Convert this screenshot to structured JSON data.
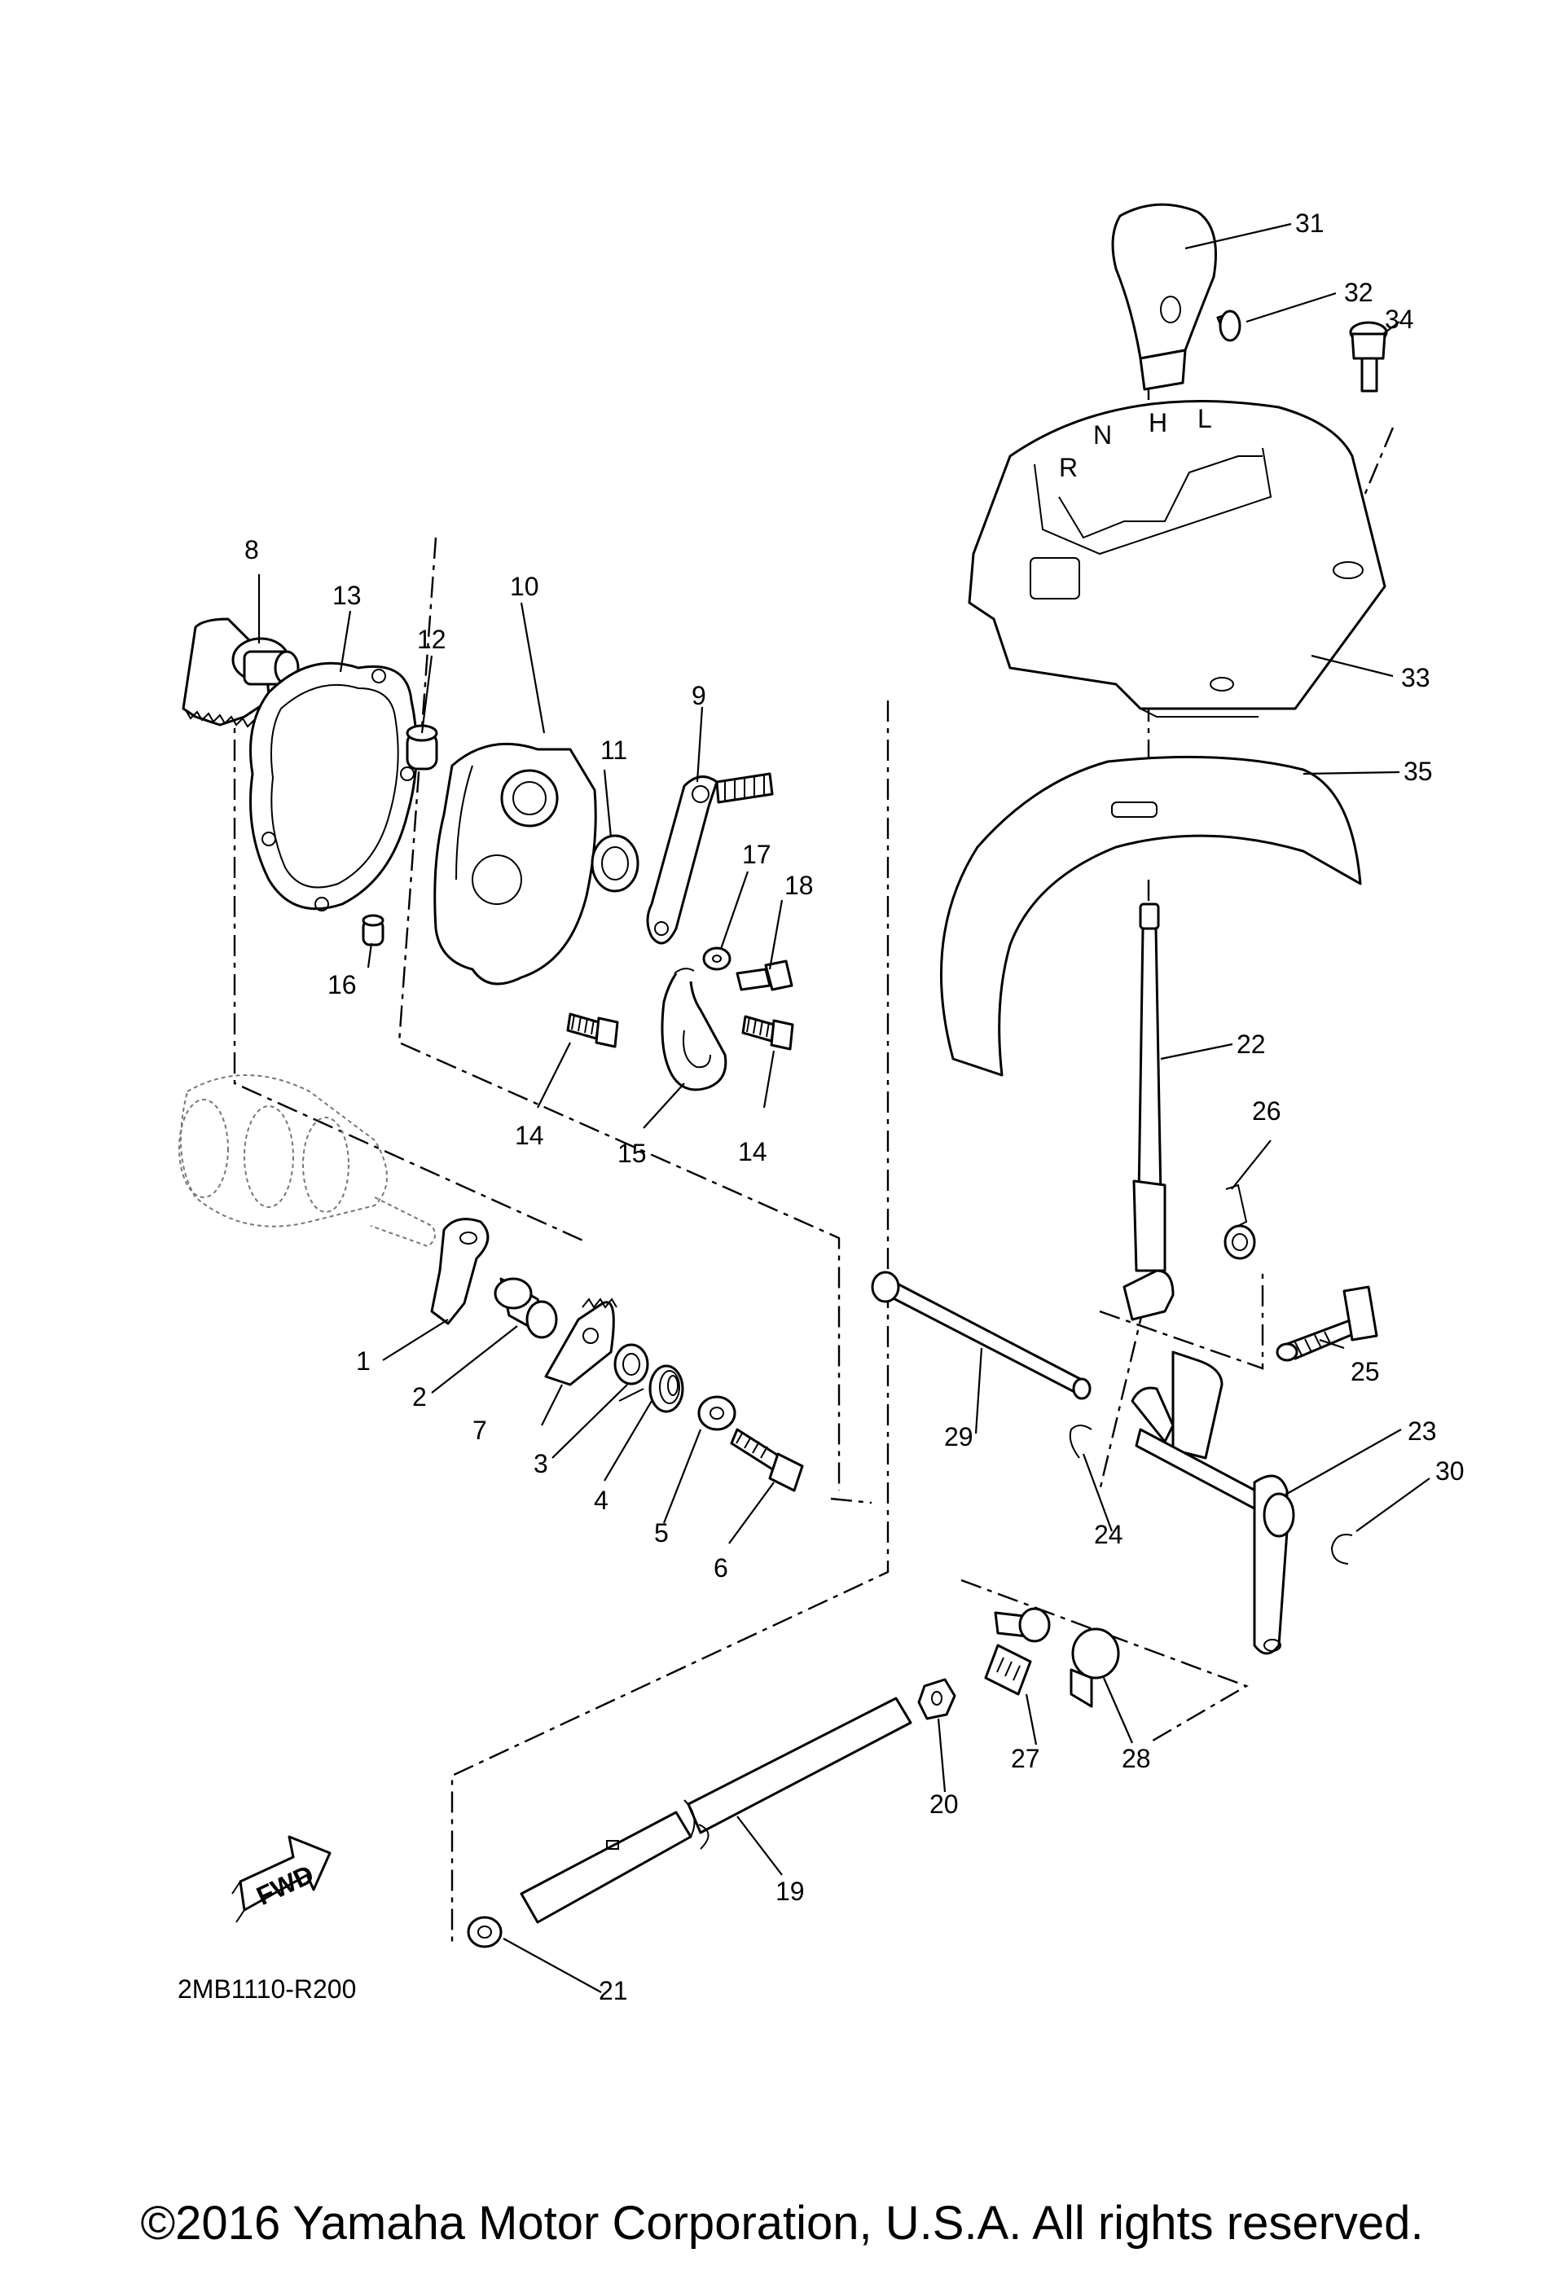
{
  "diagram": {
    "code": "2MB1110-R200",
    "copyright": "©2016 Yamaha Motor Corporation, U.S.A. All rights reserved.",
    "fwd_label": "FWD",
    "shift_gate_letters": [
      "R",
      "N",
      "H",
      "L"
    ],
    "callouts": [
      "1",
      "2",
      "3",
      "4",
      "5",
      "6",
      "7",
      "8",
      "9",
      "10",
      "11",
      "12",
      "13",
      "14",
      "14",
      "15",
      "16",
      "17",
      "18",
      "19",
      "20",
      "21",
      "22",
      "23",
      "24",
      "25",
      "26",
      "27",
      "28",
      "29",
      "30",
      "31",
      "32",
      "33",
      "34",
      "35"
    ]
  }
}
